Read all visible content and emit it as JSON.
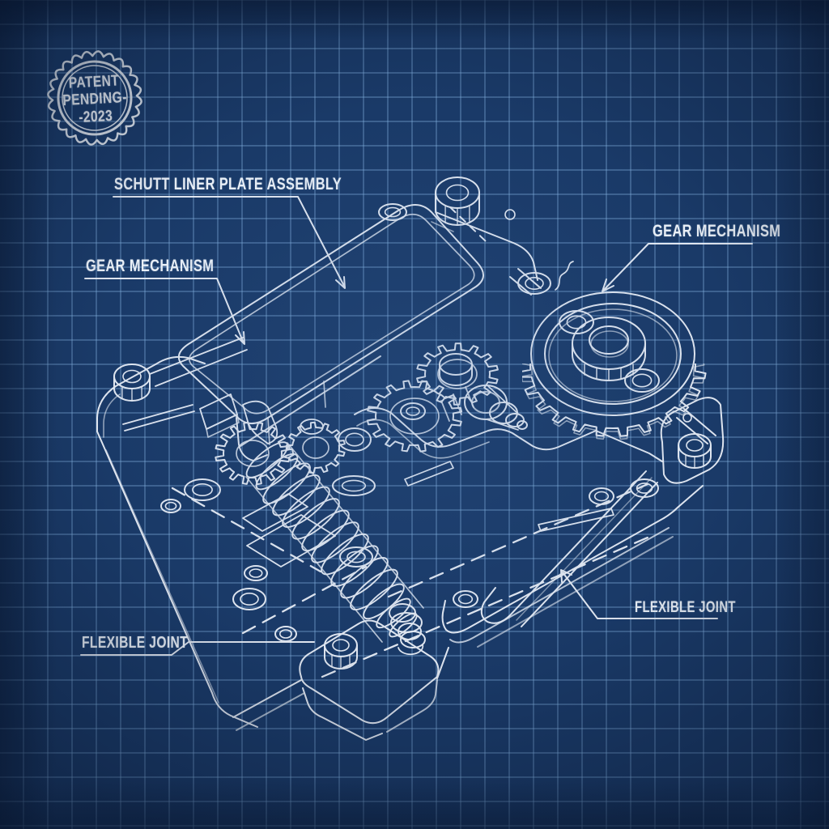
{
  "canvas": {
    "background_color": "#1a3a68",
    "grid_color": "#82afdc",
    "line_color": "#eef3fa",
    "text_color": "#eaf0f7"
  },
  "stamp": {
    "line1": "PATENT",
    "line2": "PENDING-",
    "line3": "-2023"
  },
  "labels": [
    {
      "id": "schutt-liner-plate-assembly",
      "text": "SCHUTT LINER PLATE ASSEMBLY"
    },
    {
      "id": "gear-mechanism-left",
      "text": "GEAR MECHANISM"
    },
    {
      "id": "gear-mechanism-right",
      "text": "GEAR MECHANISM"
    },
    {
      "id": "flexible-joint-right",
      "text": "FLEXIBLE JOINT"
    },
    {
      "id": "flexible-joint-left",
      "text": "FLEXIBLE JOINT"
    }
  ],
  "parts": [
    "base-plate",
    "cover-plate",
    "large-gear",
    "gear-cluster",
    "worm-spring",
    "corner-bolt",
    "flexible-joint-plate",
    "patent-stamp"
  ]
}
